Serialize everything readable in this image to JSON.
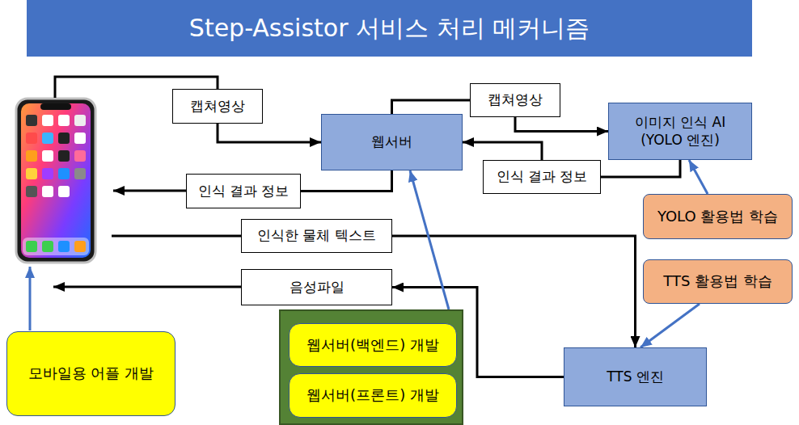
{
  "diagram": {
    "title": "Step-Assistor 서비스 처리 메커니즘",
    "nodes": [
      {
        "text": [
          "캡쳐영상"
        ]
      },
      {
        "text": [
          "웹서버"
        ]
      },
      {
        "text": [
          "캡쳐영상"
        ]
      },
      {
        "text": [
          "이미지 인식 AI (YOLO 엔진)"
        ]
      },
      {
        "text": [
          "인식 결과 정보"
        ]
      },
      {
        "text": [
          "인식 결과 정보"
        ]
      },
      {
        "text": [
          "인식한 물체 텍스트"
        ]
      },
      {
        "text": [
          "음성파일"
        ]
      },
      {
        "text": [
          "YOLO 활용법 학습"
        ]
      },
      {
        "text": [
          "TTS 활용법 학습"
        ]
      },
      {
        "text": []
      },
      {
        "text": [
          "웹서버(백엔드) 개발"
        ],
        "in": 10
      },
      {
        "text": [
          "웹서버(프론트) 개발"
        ],
        "in": 10
      },
      {
        "text": [
          "TTS 엔진"
        ]
      },
      {
        "text": [
          "모바일용 어플 개발"
        ]
      }
    ],
    "edges": [
      {
        "from": 0,
        "to": 1,
        "arrow": "to"
      },
      {
        "from": 1,
        "to": 2,
        "arrow": "none"
      },
      {
        "from": 2,
        "to": 3,
        "arrow": "to"
      },
      {
        "from": 3,
        "to": 4,
        "arrow": "none"
      },
      {
        "from": 4,
        "to": 1,
        "arrow": "to"
      },
      {
        "from": 1,
        "to": 5,
        "arrow": "none"
      },
      {
        "from": 6,
        "to": 13,
        "arrow": "to"
      },
      {
        "from": 13,
        "to": 7,
        "arrow": "to"
      },
      {
        "from": 8,
        "to": 3,
        "arrow": "to"
      },
      {
        "from": 9,
        "to": 13,
        "arrow": "to"
      },
      {
        "from": 10,
        "to": 1,
        "arrow": "to"
      }
    ]
  }
}
